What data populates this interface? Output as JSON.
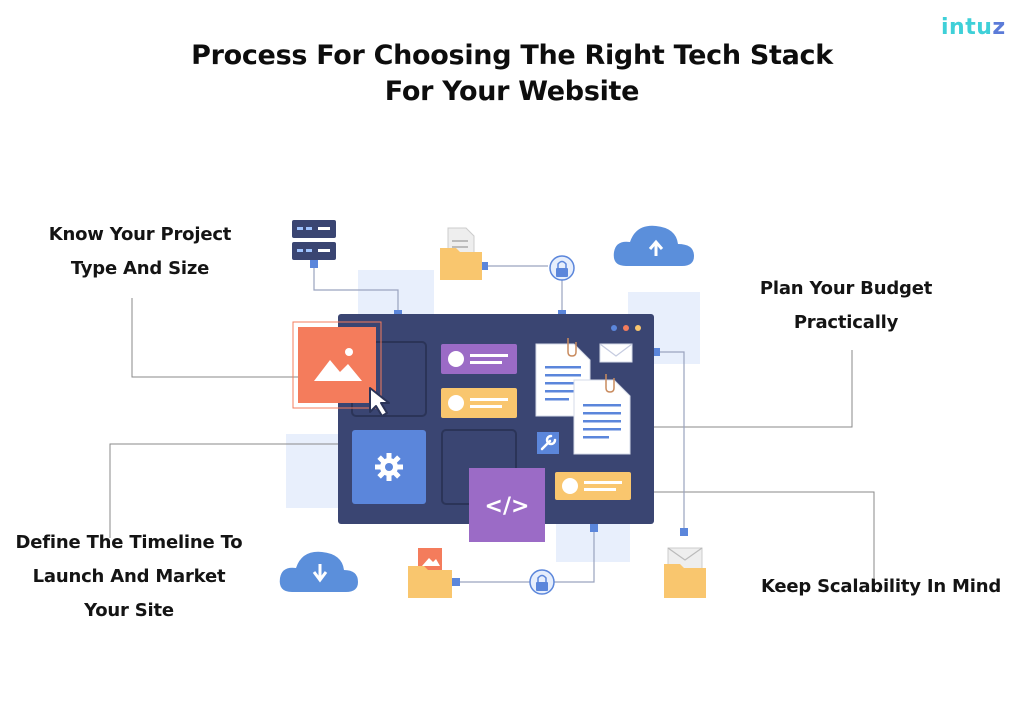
{
  "brand": {
    "logo_main": "intu",
    "logo_end": "z"
  },
  "title": {
    "line1": "Process For Choosing The Right Tech Stack",
    "line2": "For Your Website"
  },
  "steps": [
    {
      "lines": [
        "Know Your Project",
        "Type And Size"
      ]
    },
    {
      "lines": [
        "Plan Your Budget",
        "Practically"
      ]
    },
    {
      "lines": [
        "Define The Timeline To",
        "Launch And Market",
        "Your Site"
      ]
    },
    {
      "lines": [
        "Keep Scalability In Mind"
      ]
    }
  ],
  "icons": {
    "code": "</>"
  },
  "colors": {
    "panel": "#3a4572",
    "orange": "#f47c5c",
    "blue": "#5b86db",
    "purple": "#9b6bc6",
    "yellow": "#f9c66e",
    "cloud": "#5b8fdb",
    "light_blue_square": "#e6eefc",
    "connector": "#9aa3bf"
  }
}
